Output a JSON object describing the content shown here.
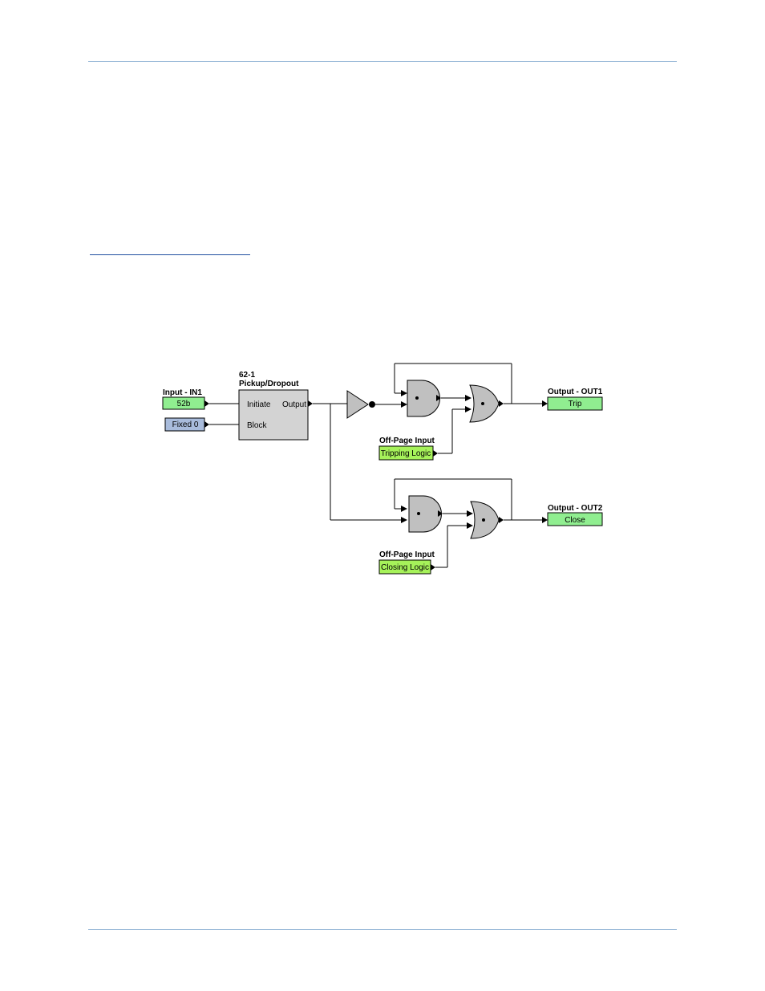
{
  "page": {
    "rule_color": "#8fb2d4",
    "link_color": "#1f4fa0"
  },
  "diagram": {
    "input_in1": {
      "title": "Input - IN1",
      "value": "52b",
      "color": "#90ee90"
    },
    "fixed0": {
      "value": "Fixed 0",
      "color": "#a9bcdc"
    },
    "pickup": {
      "title_line1": "62-1",
      "title_line2": "Pickup/Dropout",
      "initiate": "Initiate",
      "block": "Block",
      "output": "Output",
      "color": "#d3d3d3"
    },
    "offpage_trip": {
      "title": "Off-Page Input",
      "value": "Tripping Logic",
      "color": "#a6f25a"
    },
    "offpage_close": {
      "title": "Off-Page Input",
      "value": "Closing Logic",
      "color": "#a6f25a"
    },
    "output_out1": {
      "title": "Output - OUT1",
      "value": "Trip",
      "color": "#90ee90"
    },
    "output_out2": {
      "title": "Output - OUT2",
      "value": "Close",
      "color": "#90ee90"
    },
    "gate_color": "#c0c0c0"
  }
}
